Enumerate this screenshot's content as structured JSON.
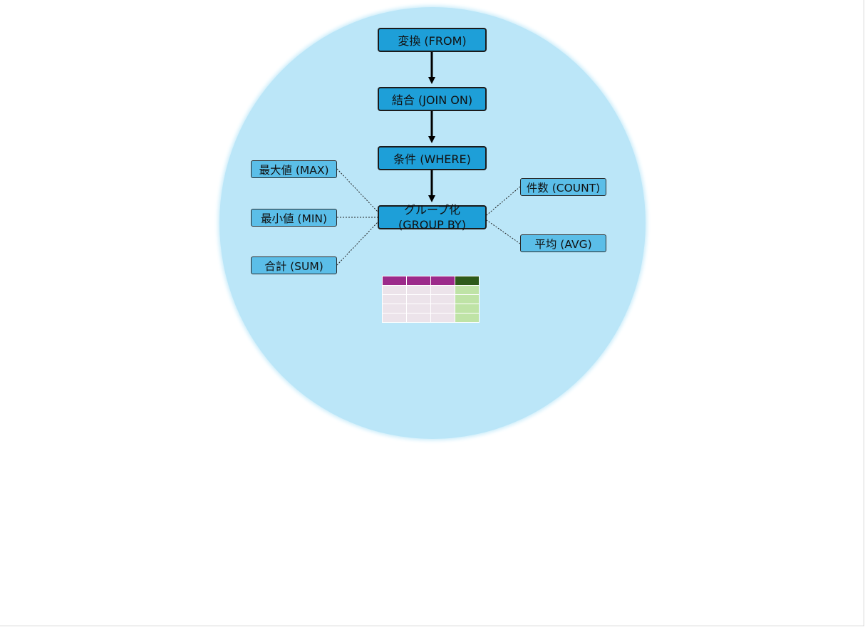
{
  "diagram": {
    "flow": {
      "from_label": "変換 (FROM)",
      "join_label": "結合 (JOIN ON)",
      "where_label": "条件 (WHERE)",
      "group_label_line1": "グループ化",
      "group_label_line2": "(GROUP BY)"
    },
    "aggregates": {
      "max_label": "最大値 (MAX)",
      "min_label": "最小値 (MIN)",
      "sum_label": "合計 (SUM)",
      "count_label": "件数 (COUNT)",
      "avg_label": "平均 (AVG)"
    },
    "colors": {
      "background_circle": "#bbe6f8",
      "flow_box": "#1e9fd8",
      "aggregate_box": "#5bbee8",
      "table_header": "#9c2a8a",
      "table_key_header": "#2e5a1a",
      "table_cell": "#ece3ea",
      "table_key_cell": "#bfe3a6"
    },
    "table": {
      "columns": 4,
      "body_rows": 4
    }
  }
}
